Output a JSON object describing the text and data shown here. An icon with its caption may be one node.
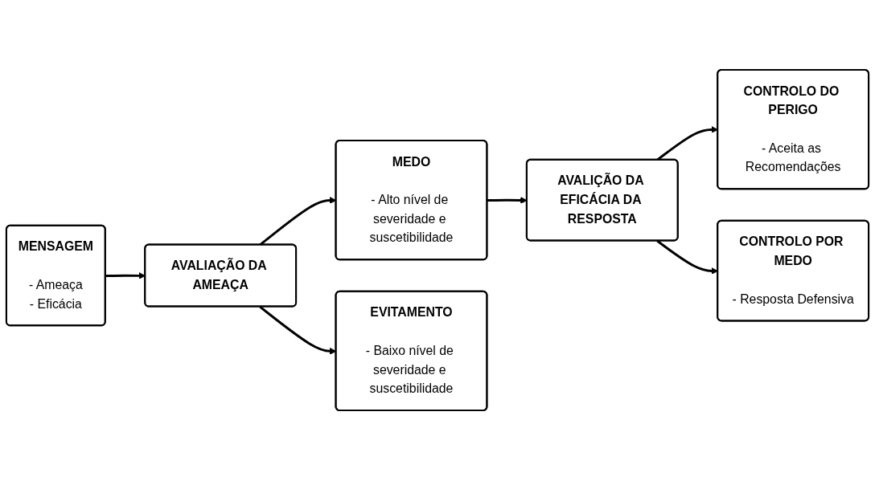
{
  "diagram": {
    "nodes": [
      {
        "text": [
          "MENSAGEM",
          "- Ameaça",
          "- Eficácia"
        ]
      },
      {
        "text": [
          "AVALIAÇÃO DA AMEAÇA"
        ]
      },
      {
        "text": [
          "MEDO",
          "- Alto nível de severidade e suscetibilidade"
        ]
      },
      {
        "text": [
          "EVITAMENTO",
          "- Baixo nível de severidade e suscetibilidade"
        ]
      },
      {
        "text": [
          "AVALIÇÃO DA EFICÁCIA DA RESPOSTA"
        ]
      },
      {
        "text": [
          "CONTROLO DO PERIGO",
          "- Aceita as Recomendações"
        ]
      },
      {
        "text": [
          "CONTROLO POR MEDO",
          "- Resposta Defensiva"
        ]
      }
    ],
    "edges": [
      {
        "from": 0,
        "to": 1,
        "arrow": "to"
      },
      {
        "from": 1,
        "to": 2,
        "arrow": "to"
      },
      {
        "from": 1,
        "to": 3,
        "arrow": "to"
      },
      {
        "from": 2,
        "to": 4,
        "arrow": "to"
      },
      {
        "from": 4,
        "to": 5,
        "arrow": "to"
      },
      {
        "from": 4,
        "to": 6,
        "arrow": "to"
      }
    ]
  }
}
